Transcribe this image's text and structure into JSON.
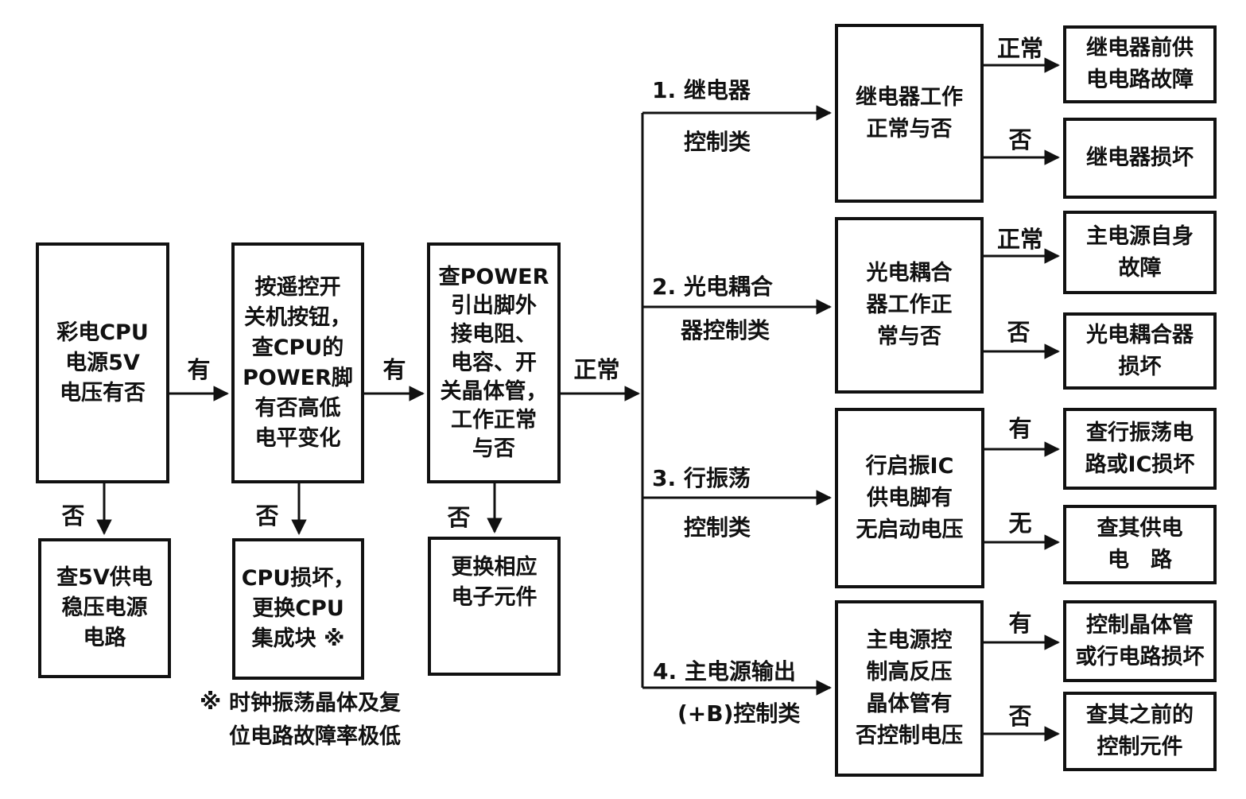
{
  "figure": {
    "colors": {
      "ink": "#111111",
      "background": "#ffffff"
    },
    "boxes": {
      "cpu5v": {
        "lines": [
          "彩电CPU",
          "电源5V",
          "电压有否"
        ]
      },
      "remote": {
        "lines": [
          "按遥控开",
          "关机按钮，",
          "查CPU的",
          "POWER脚",
          "有否高低",
          "电平变化"
        ]
      },
      "power_pin": {
        "lines": [
          "查POWER",
          "引出脚外",
          "接电阻、",
          "电容、开",
          "关晶体管，",
          "工作正常",
          "与否"
        ]
      },
      "check5v": {
        "lines": [
          "查5V供电",
          "稳压电源",
          "电路"
        ]
      },
      "cpu_bad": {
        "lines": [
          "CPU损坏，",
          "更换CPU",
          "集成块 ※"
        ]
      },
      "replace_parts": {
        "lines": [
          "更换相应",
          "电子元件"
        ]
      },
      "relay_check": {
        "lines": [
          "继电器工作",
          "正常与否"
        ]
      },
      "opto_check": {
        "lines": [
          "光电耦合",
          "器工作正",
          "常与否"
        ]
      },
      "hosc_check": {
        "lines": [
          "行启振IC",
          "供电脚有",
          "无启动电压"
        ]
      },
      "mainpwr_check": {
        "lines": [
          "主电源控",
          "制高反压",
          "晶体管有",
          "否控制电压"
        ]
      },
      "relay_front": {
        "lines": [
          "继电器前供",
          "电电路故障"
        ]
      },
      "relay_bad": {
        "lines": [
          "继电器损坏"
        ]
      },
      "mainpwr_fault": {
        "lines": [
          "主电源自身",
          "故障"
        ]
      },
      "opto_bad": {
        "lines": [
          "光电耦合器",
          "损坏"
        ]
      },
      "hosc_bad": {
        "lines": [
          "查行振荡电",
          "路或IC损坏"
        ]
      },
      "supply_circuit": {
        "lines": [
          "查其供电",
          "电　路"
        ]
      },
      "ctrl_transistor": {
        "lines": [
          "控制晶体管",
          "或行电路损坏"
        ]
      },
      "prev_ctrl": {
        "lines": [
          "查其之前的",
          "控制元件"
        ]
      }
    },
    "edge_labels": {
      "yes_1": "有",
      "yes_2": "有",
      "normal_main": "正常",
      "no_1": "否",
      "no_2": "否",
      "no_3": "否",
      "relay_normal": "正常",
      "relay_no": "否",
      "opto_normal": "正常",
      "opto_no": "否",
      "hosc_yes": "有",
      "hosc_none": "无",
      "main_yes": "有",
      "main_no": "否"
    },
    "branch_labels": {
      "b1": {
        "line1": "1. 继电器",
        "line2": "控制类"
      },
      "b2": {
        "line1": "2. 光电耦合",
        "line2": "器控制类"
      },
      "b3": {
        "line1": "3. 行振荡",
        "line2": "控制类"
      },
      "b4": {
        "line1": "4. 主电源输出",
        "line2": "(+B)控制类"
      }
    },
    "footnote": {
      "symbol": "※",
      "lines": [
        "时钟振荡晶体及复",
        "位电路故障率极低"
      ]
    }
  }
}
